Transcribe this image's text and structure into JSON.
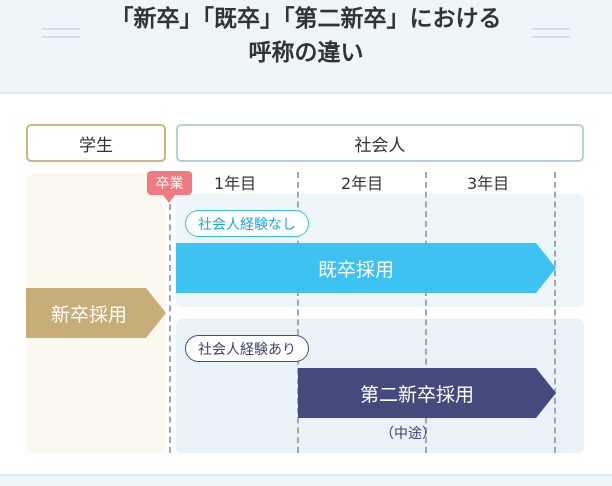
{
  "header": {
    "title_line1": "「新卒」「既卒」「第二新卒」における",
    "title_line2": "呼称の違い"
  },
  "phases": {
    "student": "学生",
    "working": "社会人"
  },
  "timeline": {
    "graduation": "卒業",
    "years": [
      "1年目",
      "2年目",
      "3年目"
    ]
  },
  "groups": {
    "no_experience": {
      "label": "社会人経験なし",
      "arrow_label": "既卒採用"
    },
    "with_experience": {
      "label": "社会人経験あり",
      "arrow_label": "第二新卒採用",
      "note": "（中途）"
    }
  },
  "new_grad_label": "新卒採用",
  "colors": {
    "new_grad": "#c8ad78",
    "kisotsu": "#3dc3f2",
    "daini": "#444a7c",
    "graduation_badge": "#f17a82"
  }
}
